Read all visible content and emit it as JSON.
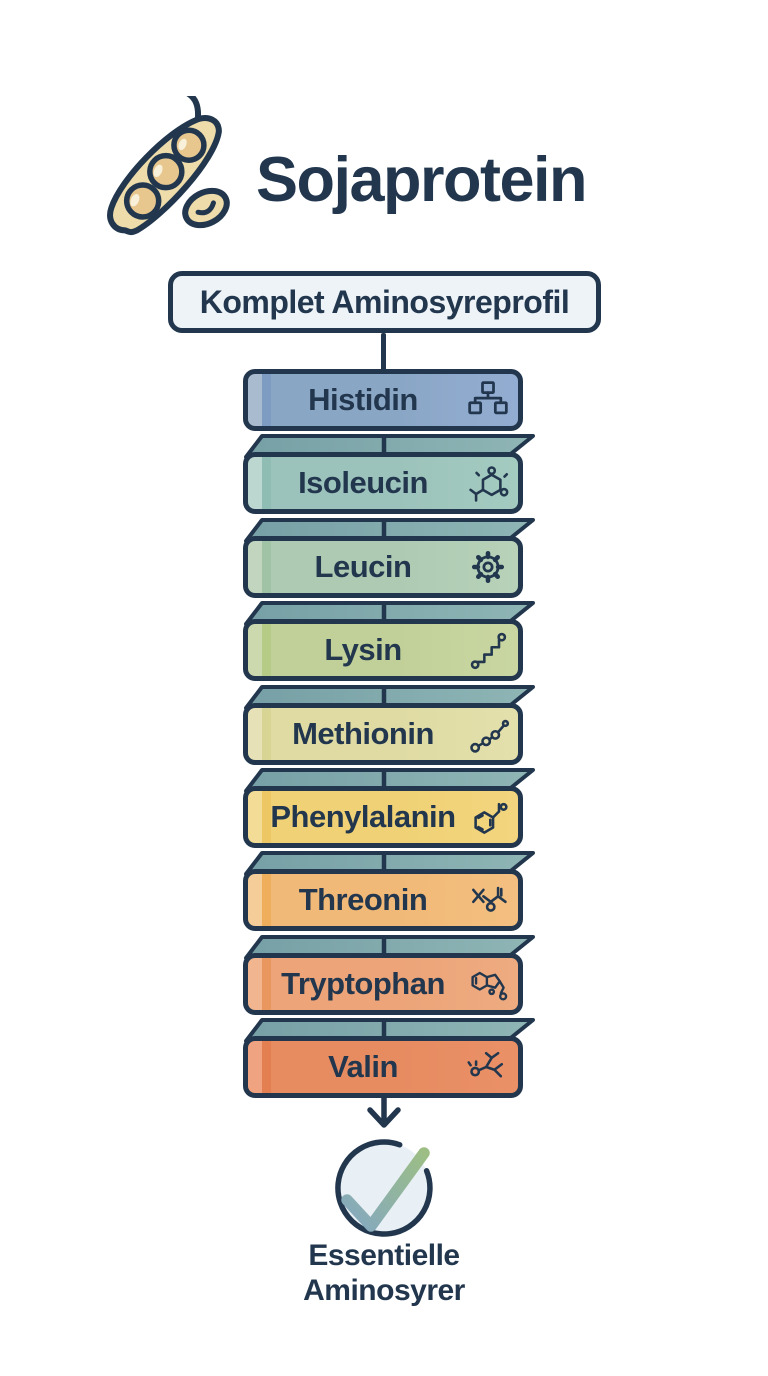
{
  "header": {
    "title": "Sojaprotein",
    "logo": "soybean-pod"
  },
  "subtitle_box": {
    "label": "Komplet Aminosyreprofil"
  },
  "amino_acids": [
    {
      "name": "Histidin",
      "icon": "org-chart-icon",
      "colors": {
        "left": "#a9bccf",
        "stripe": "#7e9cc1",
        "main": "#8aa6c5",
        "main_right": "#93add2"
      }
    },
    {
      "name": "Isoleucin",
      "icon": "molecule-ring-icon",
      "colors": {
        "left": "#bcd6d0",
        "stripe": "#8fbcb3",
        "main": "#9cc3bb",
        "main_right": "#a4cbc0"
      }
    },
    {
      "name": "Leucin",
      "icon": "gear-icon",
      "colors": {
        "left": "#c2d5bf",
        "stripe": "#a0c3a6",
        "main": "#aecab3",
        "main_right": "#b7d2b8"
      }
    },
    {
      "name": "Lysin",
      "icon": "zigzag-chain-icon",
      "colors": {
        "left": "#ccd8ae",
        "stripe": "#b6cb85",
        "main": "#c1d098",
        "main_right": "#c9d6a2"
      }
    },
    {
      "name": "Methionin",
      "icon": "molecule-chain-icon",
      "colors": {
        "left": "#e6e1b6",
        "stripe": "#d8d493",
        "main": "#dfdba3",
        "main_right": "#e4e0ac"
      }
    },
    {
      "name": "Phenylalanin",
      "icon": "benzene-ring-icon",
      "colors": {
        "left": "#f3dd96",
        "stripe": "#edc763",
        "main": "#f0d175",
        "main_right": "#f2d57e"
      }
    },
    {
      "name": "Threonin",
      "icon": "branched-molecule-icon",
      "colors": {
        "left": "#f5cd98",
        "stripe": "#efae5c",
        "main": "#f1b977",
        "main_right": "#f3bf80"
      }
    },
    {
      "name": "Tryptophan",
      "icon": "indole-ring-icon",
      "colors": {
        "left": "#f1b58f",
        "stripe": "#e9975f",
        "main": "#eca478",
        "main_right": "#eeab80"
      }
    },
    {
      "name": "Valin",
      "icon": "valine-molecule-icon",
      "colors": {
        "left": "#efa381",
        "stripe": "#e37f50",
        "main": "#e78c61",
        "main_right": "#ea9067"
      }
    }
  ],
  "result": {
    "line1": "Essentielle",
    "line2": "Aminosyrer",
    "icon": "checkmark-circle"
  },
  "colors": {
    "navy": "#22374e",
    "band_fill_left": "#76a0a6",
    "band_fill_right": "#8fb5b5",
    "subtitle_bg": "#edf3f7",
    "check_fill": "#e9f0f5",
    "check_grad_start": "#84a8c1",
    "check_grad_end": "#9cbe85",
    "pod_fill": "#eedcab",
    "bean_fill": "#e7c78e",
    "bean_highlight": "#f9f0da",
    "background": "#ffffff"
  }
}
